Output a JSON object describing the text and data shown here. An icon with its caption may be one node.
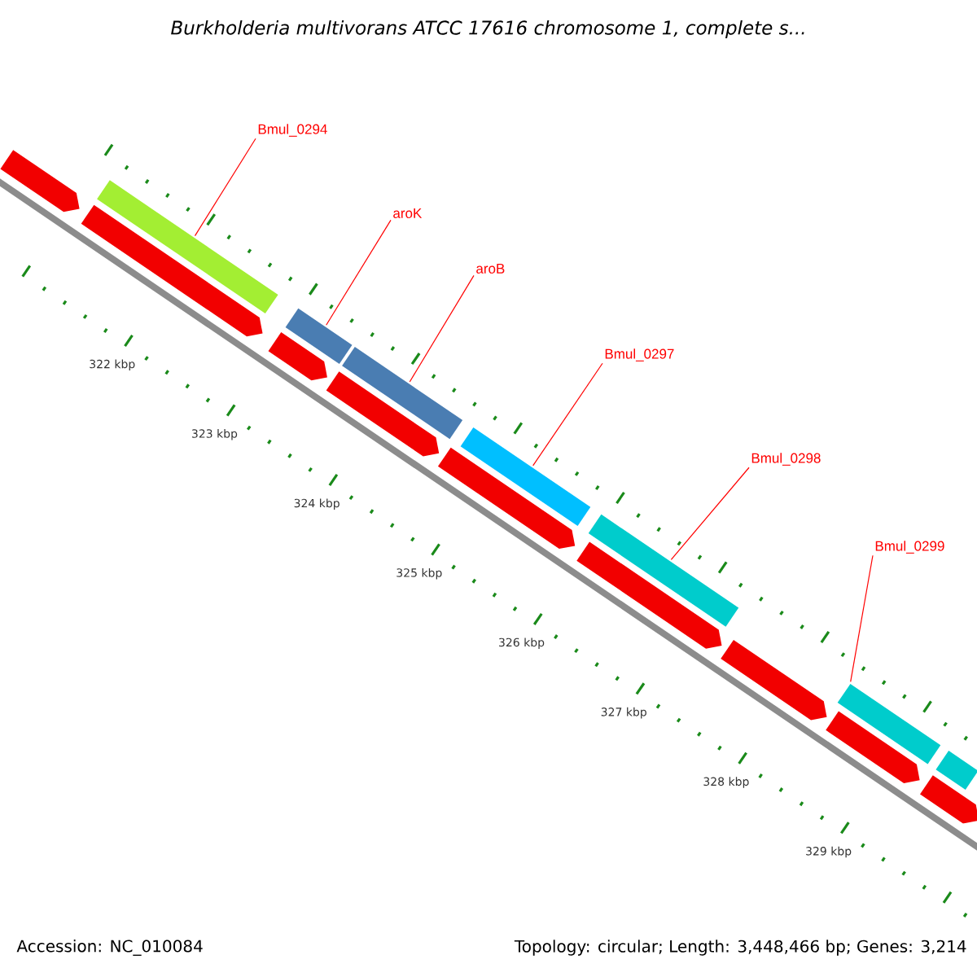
{
  "diagram": {
    "title": "Burkholderia multivorans ATCC 17616 chromosome 1, complete s...",
    "nodes": [
      {
        "text": [
          "Bmul_0294"
        ]
      },
      {
        "text": [
          "aroK"
        ]
      },
      {
        "text": [
          "aroB"
        ]
      },
      {
        "text": [
          "Bmul_0297"
        ]
      },
      {
        "text": [
          "Bmul_0298"
        ]
      },
      {
        "text": [
          "Bmul_0299"
        ]
      },
      {
        "text": [],
        "shape": "bar"
      },
      {
        "text": [],
        "shape": "bar"
      },
      {
        "text": [],
        "shape": "bar"
      },
      {
        "text": [],
        "shape": "bar"
      },
      {
        "text": [],
        "shape": "bar"
      },
      {
        "text": [],
        "shape": "bar"
      },
      {
        "text": [],
        "shape": "bar"
      },
      {
        "text": [],
        "shape": "arrow"
      },
      {
        "text": [],
        "shape": "arrow"
      },
      {
        "text": [],
        "shape": "arrow"
      },
      {
        "text": [],
        "shape": "arrow"
      },
      {
        "text": [],
        "shape": "arrow"
      },
      {
        "text": [],
        "shape": "arrow"
      },
      {
        "text": [],
        "shape": "arrow"
      },
      {
        "text": [],
        "shape": "arrow"
      },
      {
        "text": [],
        "shape": "arrow"
      }
    ],
    "edges": [
      {
        "from": 0,
        "to": 6,
        "arrow": "none"
      },
      {
        "from": 1,
        "to": 7,
        "arrow": "none"
      },
      {
        "from": 2,
        "to": 8,
        "arrow": "none"
      },
      {
        "from": 3,
        "to": 9,
        "arrow": "none"
      },
      {
        "from": 4,
        "to": 10,
        "arrow": "none"
      },
      {
        "from": 5,
        "to": 11,
        "arrow": "none"
      }
    ],
    "labels": [
      "322 kbp",
      "323 kbp",
      "324 kbp",
      "325 kbp",
      "326 kbp",
      "327 kbp",
      "328 kbp",
      "329 kbp",
      "Accession: NC_010084",
      "Topology: circular; Length: 3,448,466 bp; Genes: 3,214"
    ]
  }
}
